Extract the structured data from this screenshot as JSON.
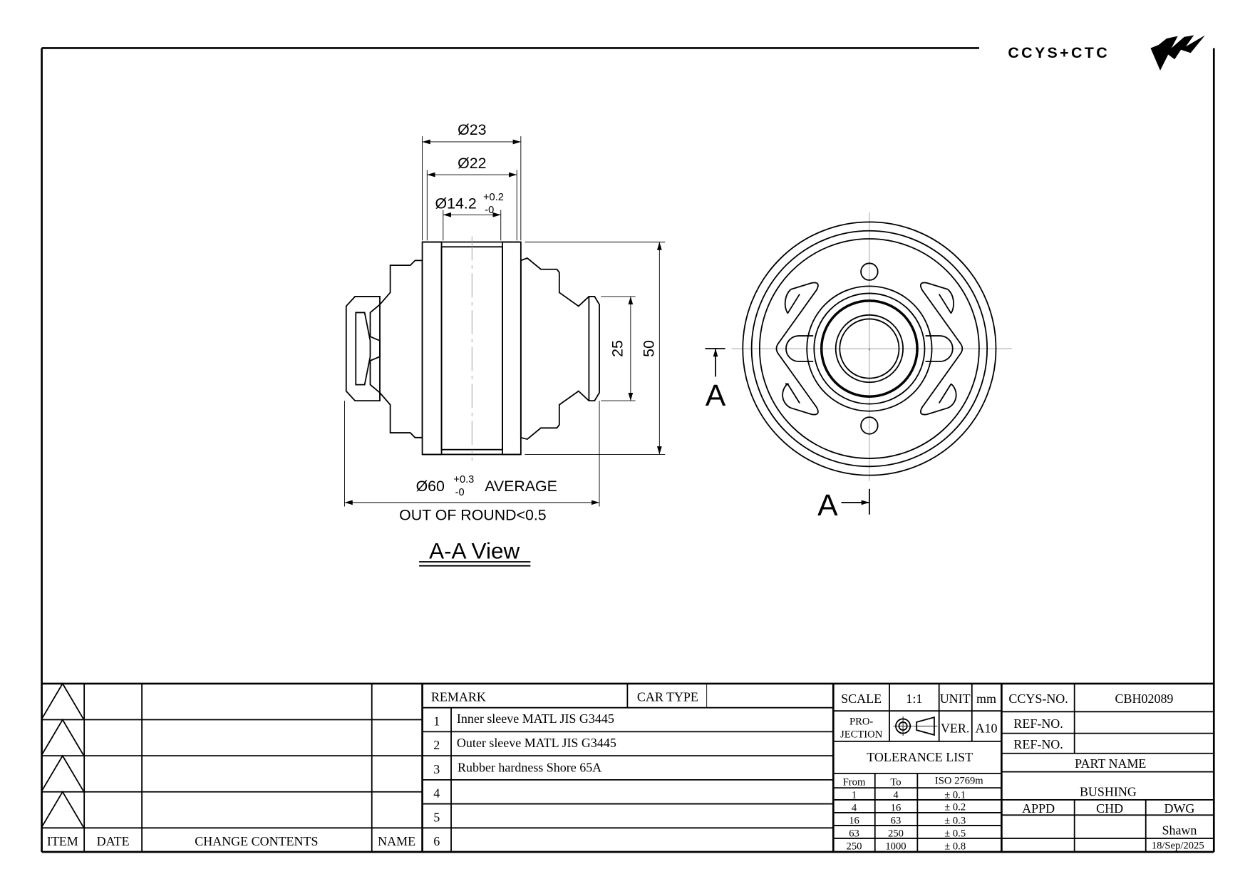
{
  "logo": {
    "text": "CCYS+CTC"
  },
  "dimensions": {
    "d23": "Ø23",
    "d22": "Ø22",
    "d14_main": "Ø14.2",
    "d14_tol_plus": "+0.2",
    "d14_tol_minus": "-0",
    "d60_main": "Ø60",
    "d60_tol_plus": "+0.3",
    "d60_tol_minus": "-0",
    "d60_note": "AVERAGE",
    "out_of_round": "OUT OF ROUND<0.5",
    "h25": "25",
    "h50": "50"
  },
  "view_title": "A-A View",
  "section_marker": {
    "top": "A",
    "bottom": "A"
  },
  "revision_table": {
    "headers": {
      "item": "ITEM",
      "date": "DATE",
      "change": "CHANGE CONTENTS",
      "name": "NAME"
    }
  },
  "remarks": {
    "header": "REMARK",
    "car_type_label": "CAR TYPE",
    "car_type_value": "",
    "rows": [
      {
        "no": "1",
        "text": "Inner sleeve MATL JIS G3445"
      },
      {
        "no": "2",
        "text": "Outer sleeve MATL JIS G3445"
      },
      {
        "no": "3",
        "text": "Rubber hardness Shore 65A"
      },
      {
        "no": "4",
        "text": ""
      },
      {
        "no": "5",
        "text": ""
      },
      {
        "no": "6",
        "text": ""
      }
    ]
  },
  "info": {
    "scale_label": "SCALE",
    "scale_value": "1:1",
    "unit_label": "UNIT",
    "unit_value": "mm",
    "projection_label_1": "PRO-",
    "projection_label_2": "JECTION",
    "ver_label": "VER.",
    "ver_value": "A10"
  },
  "tolerance": {
    "title": "TOLERANCE LIST",
    "headers": [
      "From",
      "To",
      "ISO 2769m"
    ],
    "rows": [
      [
        "1",
        "4",
        "± 0.1"
      ],
      [
        "4",
        "16",
        "± 0.2"
      ],
      [
        "16",
        "63",
        "± 0.3"
      ],
      [
        "63",
        "250",
        "± 0.5"
      ],
      [
        "250",
        "1000",
        "± 0.8"
      ]
    ]
  },
  "part": {
    "ccys_no_label": "CCYS-NO.",
    "ccys_no": "CBH02089",
    "ref_no_label_1": "REF-NO.",
    "ref_no_1": "",
    "ref_no_label_2": "REF-NO.",
    "ref_no_2": "",
    "part_name_label": "PART NAME",
    "part_name": "BUSHING",
    "appd_label": "APPD",
    "chd_label": "CHD",
    "dwg_label": "DWG",
    "dwg_by": "Shawn",
    "date": "18/Sep/2025"
  }
}
